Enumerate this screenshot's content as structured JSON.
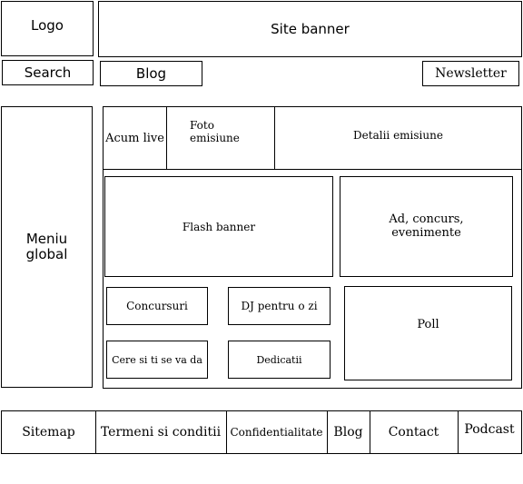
{
  "header": {
    "logo": "Logo",
    "site_banner": "Site banner"
  },
  "nav": {
    "search": "Search",
    "blog": "Blog",
    "newsletter": "Newsletter"
  },
  "sidebar": {
    "menu_line1": "Meniu",
    "menu_line2": "global"
  },
  "main": {
    "top_row": {
      "acum_live": "Acum live",
      "foto_line1": "Foto",
      "foto_line2": "emisiune",
      "detalii": "Detalii emisiune"
    },
    "flash_banner": "Flash banner",
    "ad_line1": "Ad, concurs,",
    "ad_line2": "evenimente",
    "concursuri": "Concursuri",
    "dj": "DJ pentru o zi",
    "cere": "Cere si ti se va da",
    "dedicatii": "Dedicatii",
    "poll": "Poll"
  },
  "footer": {
    "items": [
      "Sitemap",
      "Termeni si conditii",
      "Confidentialitate",
      "Blog",
      "Contact",
      "Podcast"
    ]
  }
}
